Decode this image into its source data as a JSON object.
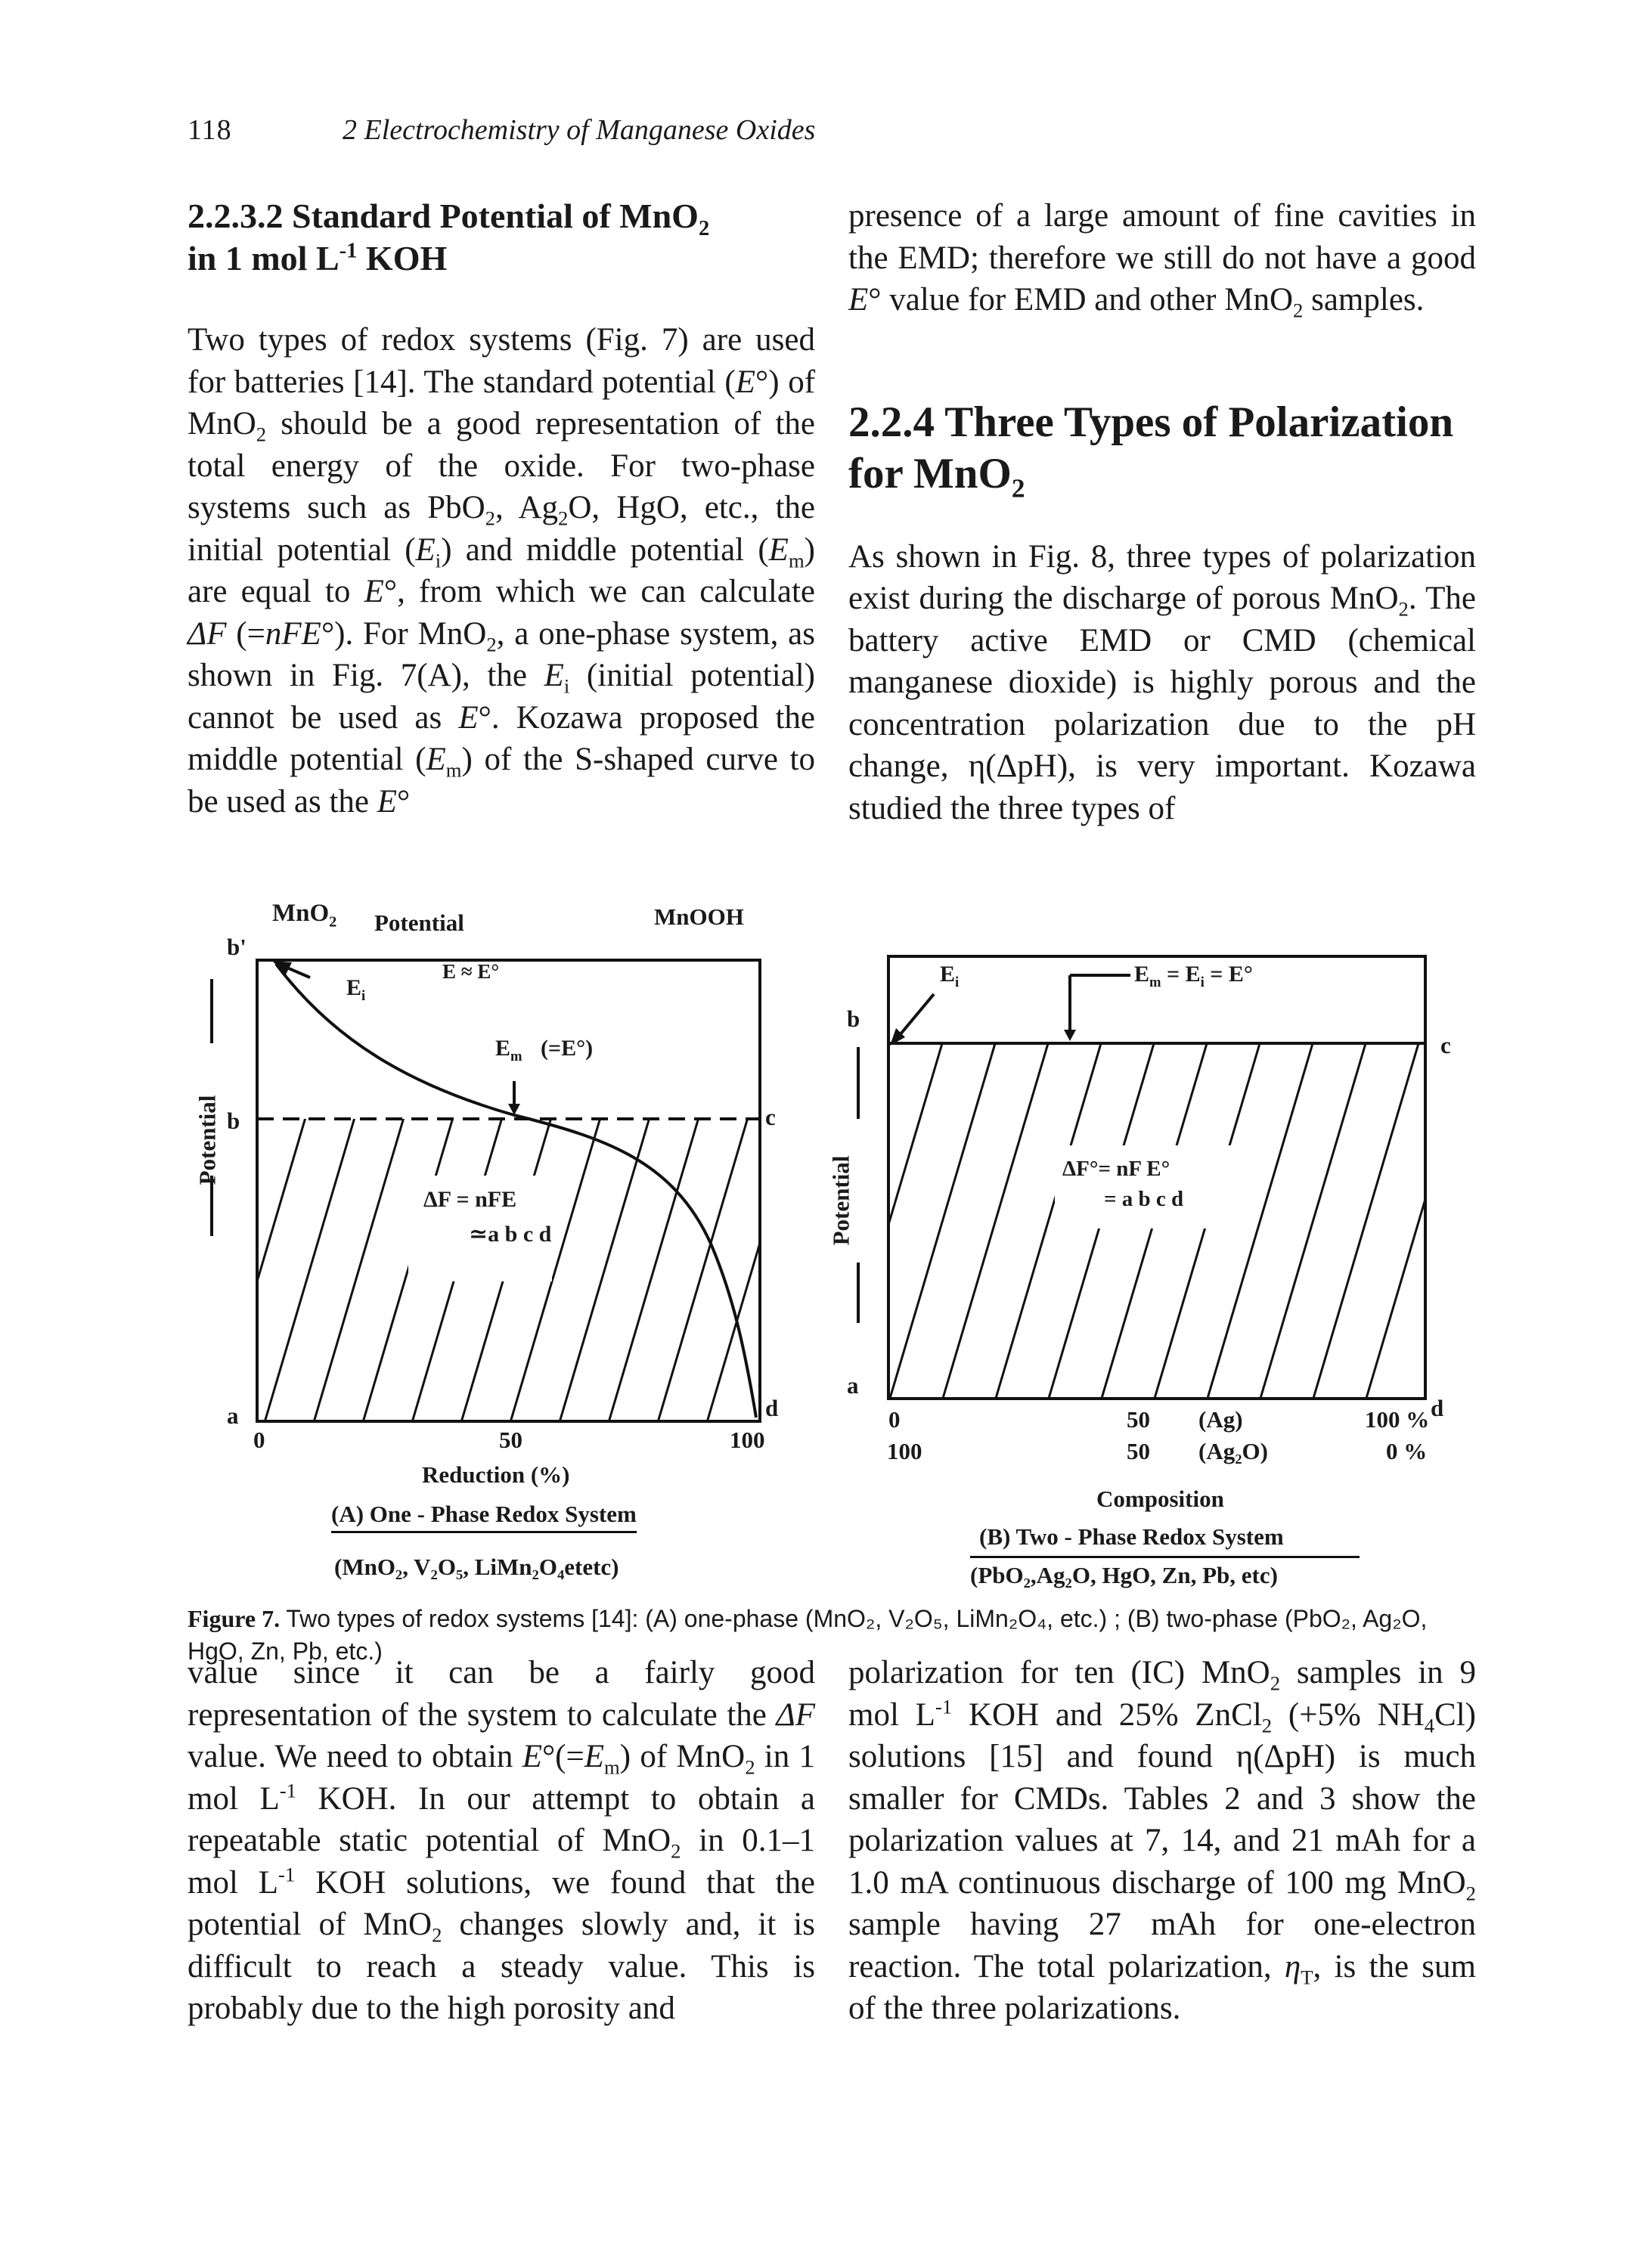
{
  "header": {
    "page_number": "118",
    "running_title": "2 Electrochemistry of Manganese Oxides"
  },
  "left_top": {
    "heading_line1": "2.2.3.2 Standard Potential of MnO",
    "heading_line2": "in 1 mol L",
    "heading_line2_end": "KOH",
    "para1_a": "Two types of redox systems (Fig. 7) are used for batteries [14]. The standard potential (",
    "para1_b": ") of MnO",
    "para1_c": " should be a good representation of the total energy of the oxide. For two-phase systems such as PbO",
    "para1_d": ", Ag",
    "para1_e": "O, HgO, etc., the initial potential (",
    "para1_f": ") and middle potential (",
    "para1_g": ") are equal to ",
    "para1_h": ", from which we can calculate ",
    "para1_i": " (=",
    "para1_j": "). For MnO",
    "para1_k": ", a one-phase system, as shown in Fig. 7(A), the ",
    "para1_l": " (initial potential) cannot be used as ",
    "para1_m": ". Kozawa proposed the middle potential (",
    "para1_n": ") of the S-shaped curve to be used as the "
  },
  "right_top": {
    "para_cont_a": "presence of a large amount of fine cavities in the EMD; therefore we still do not have a good ",
    "para_cont_b": " value for EMD and other MnO",
    "para_cont_c": " samples.",
    "section_heading_line1": "2.2.4 Three Types of Polarization",
    "section_heading_line2": "for MnO",
    "para2_a": "As shown in Fig. 8, three types of polarization exist during the discharge of porous MnO",
    "para2_b": ". The battery active EMD or CMD (chemical manganese dioxide) is highly porous and the concentration polarization due to the pH change, η(ΔpH), is very important. Kozawa studied the three types of"
  },
  "figure_a": {
    "top_left_label": "MnO",
    "top_potential": "Potential",
    "top_right_label": "MnOOH",
    "b_prime": "b'",
    "b": "b",
    "a": "a",
    "c": "c",
    "d": "d",
    "y_axis": "Potential",
    "ei_label": "E",
    "ei_approx": "E  ≈ E°",
    "em_label": "E",
    "em_eq": "(=E°)",
    "delta_f_1": "ΔF = nFE",
    "delta_f_2": "≃a b c d",
    "x0": "0",
    "x50": "50",
    "x100": "100",
    "x_axis_label": "Reduction (%)",
    "title": "(A) One - Phase Redox System",
    "examples": "(MnO₂, V₂O₅, LiMn₂O₄etetc)"
  },
  "figure_b": {
    "b": "b",
    "a": "a",
    "c": "c",
    "d": "d",
    "y_axis": "Potential",
    "ei_label": "E",
    "em_label": "E",
    "delta_f_1": "ΔF°= nF E°",
    "delta_f_2": "= a b c d",
    "row1_0": "0",
    "row1_50": "50",
    "row1_ag": "(Ag)",
    "row1_100": "100 %",
    "row2_100": "100",
    "row2_50": "50",
    "row2_ag2o": "(Ag₂O)",
    "row2_0": "0 %",
    "composition": "Composition",
    "title": "(B) Two - Phase Redox System",
    "examples": "(PbO₂,Ag₂O, HgO, Zn, Pb, etc)"
  },
  "caption": {
    "label": "Figure 7.",
    "text": " Two types of redox systems [14]: (A) one-phase (MnO₂, V₂O₅, LiMn₂O₄, etc.) ; (B) two-phase (PbO₂, Ag₂O, HgO, Zn, Pb, etc.)"
  },
  "left_bottom": {
    "para_a": "value since it can be a fairly good representation of the system to calculate the ",
    "para_b": " value. We need to obtain ",
    "para_c": " of MnO",
    "para_d": " in 1 mol L",
    "para_e": " KOH. In our attempt to obtain a repeatable static potential of MnO",
    "para_f": " in 0.1–1 mol L",
    "para_g": " KOH solutions, we found that the potential of MnO",
    "para_h": " changes slowly and, it is difficult to reach a steady value. This is probably due to the high porosity and"
  },
  "right_bottom": {
    "para_a": "polarization for ten (IC) MnO",
    "para_b": " samples in 9 mol L",
    "para_c": " KOH and 25% ZnCl",
    "para_d": " (+5% NH",
    "para_e": "Cl) solutions [15] and found η(ΔpH) is much smaller for CMDs. Tables 2 and 3 show the polarization values at 7, 14, and 21 mAh for a 1.0 mA continuous discharge of 100 mg MnO",
    "para_f": " sample having 27 mAh for one-electron reaction. The total polarization, ",
    "para_g": ", is the sum of the three polarizations."
  }
}
